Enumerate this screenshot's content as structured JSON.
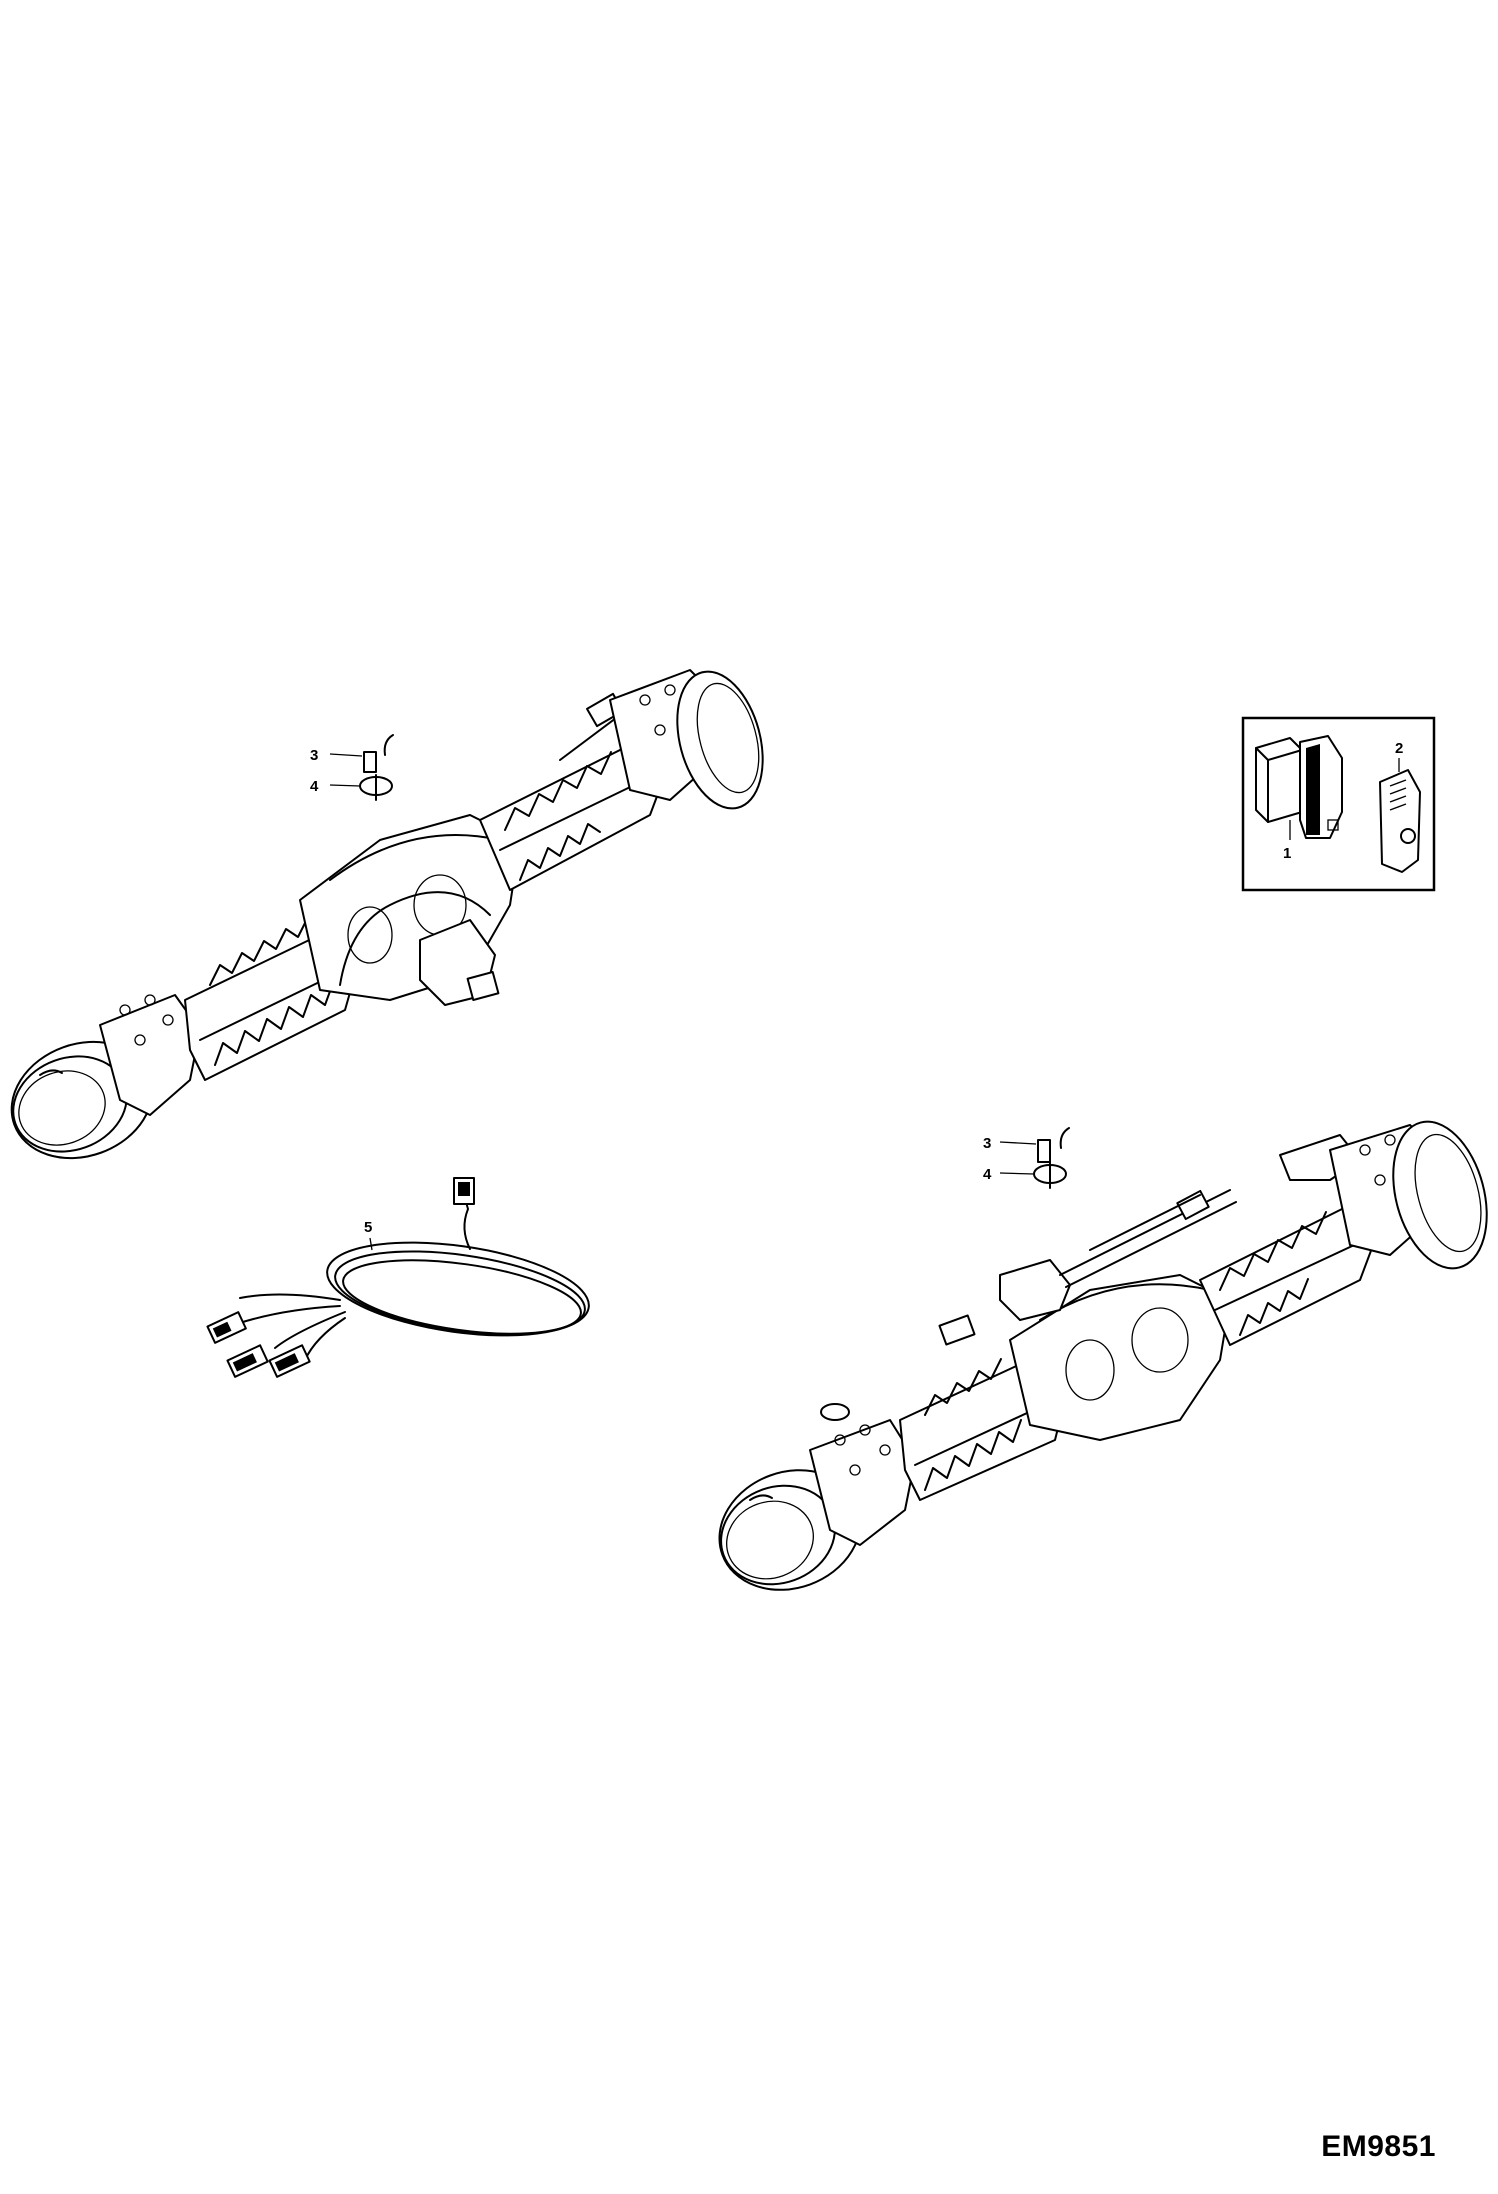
{
  "drawing_code": "EM9851",
  "callouts": {
    "c1": "1",
    "c2": "2",
    "c3a": "3",
    "c4a": "4",
    "c3b": "3",
    "c4b": "4",
    "c5": "5"
  }
}
